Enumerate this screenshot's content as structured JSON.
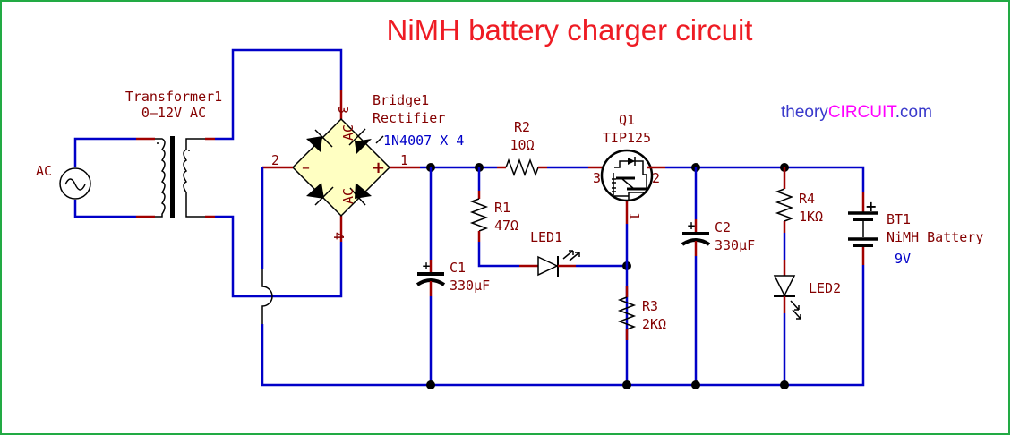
{
  "title": "NiMH battery charger circuit",
  "brand": {
    "part1": "theory",
    "part2": "CIRCUIT",
    "part3": ".com",
    "color1": "#3a3acb",
    "color2": "#ff00ff"
  },
  "colors": {
    "wire": "#0000c8",
    "pin": "#a00000",
    "label": "#840000",
    "value_blue": "#0000c8",
    "border": "#22aa44",
    "title": "#ee1c24"
  },
  "components": {
    "ac_source": {
      "ref": "AC"
    },
    "transformer": {
      "ref": "Transformer1",
      "value": "0—12V AC"
    },
    "bridge": {
      "ref": "Bridge1",
      "value": "Rectifier",
      "note": "1N4007 X 4",
      "pins": {
        "p1": "1",
        "p2": "2",
        "p3": "3",
        "p4": "4"
      },
      "marks": {
        "plus": "+",
        "minus": "–",
        "ac": "AC"
      }
    },
    "c1": {
      "ref": "C1",
      "value": "330μF"
    },
    "r1": {
      "ref": "R1",
      "value": "47Ω"
    },
    "r2": {
      "ref": "R2",
      "value": "10Ω"
    },
    "led1": {
      "ref": "LED1"
    },
    "q1": {
      "ref": "Q1",
      "value": "TIP125",
      "pins": {
        "p1": "1",
        "p2": "2",
        "p3": "3"
      }
    },
    "r3": {
      "ref": "R3",
      "value": "2KΩ"
    },
    "c2": {
      "ref": "C2",
      "value": "330μF"
    },
    "r4": {
      "ref": "R4",
      "value": "1KΩ"
    },
    "led2": {
      "ref": "LED2"
    },
    "bt1": {
      "ref": "BT1",
      "value": "NiMH Battery",
      "voltage": "9V"
    }
  }
}
